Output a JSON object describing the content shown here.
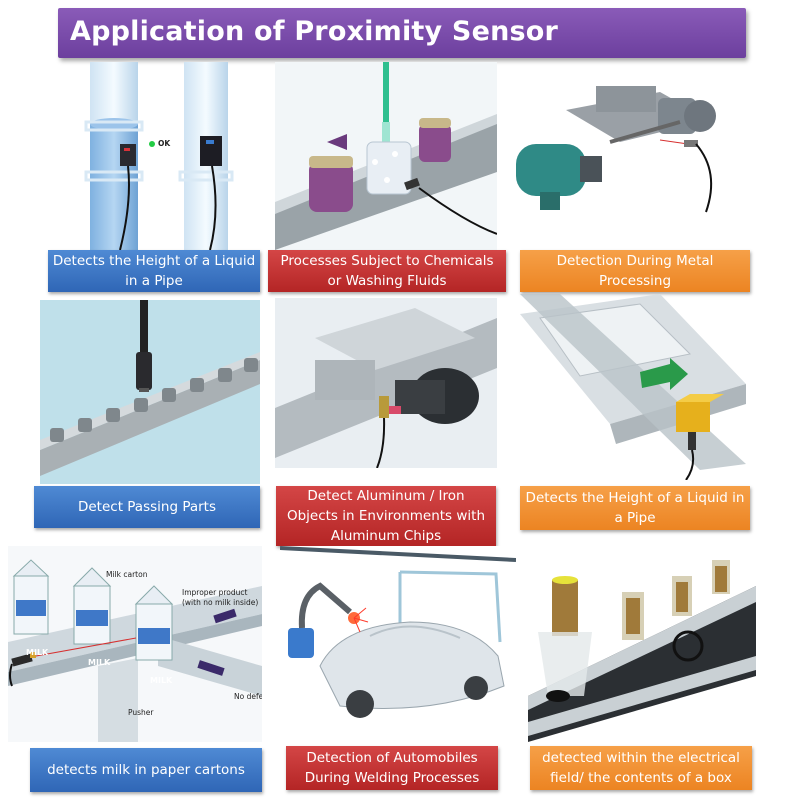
{
  "title": "Application of Proximity Sensor",
  "colors": {
    "banner": "#7a4dab",
    "blue": "#3a74c4",
    "red": "#c23535",
    "orange": "#f0922f"
  },
  "panels": [
    {
      "id": "liquid-pipe",
      "caption": "Detects the Height of a Liquid in a Pipe",
      "caption_color": "blue",
      "labels": [
        "OK"
      ]
    },
    {
      "id": "chemicals",
      "caption": "Processes Subject to Chemicals or Washing Fluids",
      "caption_color": "red",
      "labels": []
    },
    {
      "id": "metal-processing",
      "caption": "Detection During Metal Processing",
      "caption_color": "orange",
      "labels": []
    },
    {
      "id": "passing-parts",
      "caption": "Detect Passing Parts",
      "caption_color": "blue",
      "labels": []
    },
    {
      "id": "aluminum-iron",
      "caption": "Detect Aluminum / Iron Objects in Environments with Aluminum Chips",
      "caption_color": "red",
      "labels": []
    },
    {
      "id": "liquid-pipe-2",
      "caption": "Detects the Height of a Liquid in a Pipe",
      "caption_color": "orange",
      "labels": []
    },
    {
      "id": "milk-cartons",
      "caption": "detects milk in paper cartons",
      "caption_color": "blue",
      "labels": [
        "Milk carton",
        "Improper product",
        "(with no milk inside)",
        "Pusher",
        "No defects",
        "MILK"
      ]
    },
    {
      "id": "welding",
      "caption": "Detection of Automobiles During Welding Processes",
      "caption_color": "red",
      "labels": []
    },
    {
      "id": "box-contents",
      "caption": "detected within the electrical field/ the contents of a box",
      "caption_color": "orange",
      "labels": []
    }
  ]
}
